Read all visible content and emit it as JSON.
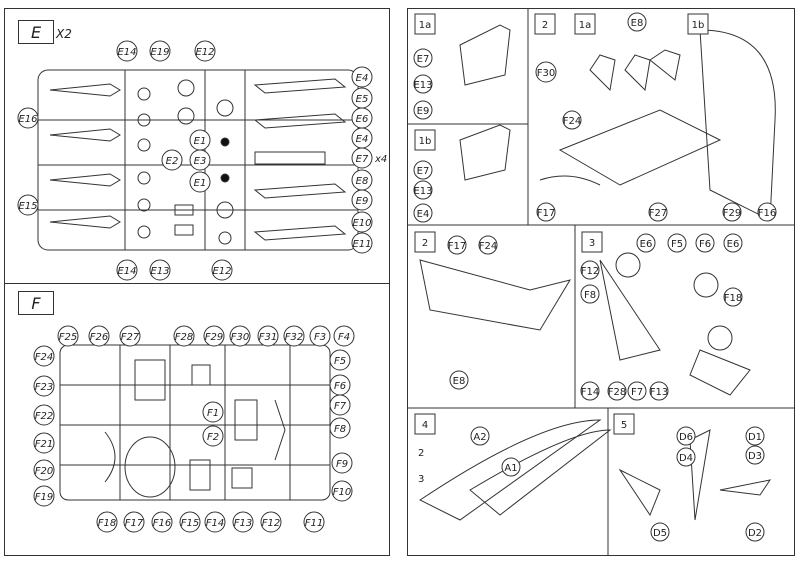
{
  "sheet": {
    "sprue_e": {
      "frame": "E",
      "quantity": "X2",
      "callouts": [
        "E14",
        "E19",
        "E12",
        "E4",
        "E5",
        "E6",
        "E4",
        "E7",
        "x4",
        "E16",
        "E2",
        "E1",
        "E3",
        "E8",
        "E9",
        "E1",
        "E10",
        "E15",
        "E11",
        "E14",
        "E13",
        "E12"
      ]
    },
    "sprue_f": {
      "frame": "F",
      "callouts": [
        "F25",
        "F26",
        "F27",
        "F28",
        "F29",
        "F30",
        "F31",
        "F32",
        "F3",
        "F4",
        "F24",
        "F5",
        "F23",
        "F6",
        "F7",
        "F22",
        "F8",
        "F1",
        "F21",
        "F2",
        "F9",
        "F20",
        "F10",
        "F19",
        "F18",
        "F17",
        "F16",
        "F15",
        "F14",
        "F13",
        "F12",
        "F11"
      ]
    },
    "steps": {
      "step_1a": {
        "tag": "1a",
        "callouts": [
          "E7",
          "E13",
          "E9"
        ]
      },
      "step_1b": {
        "tag": "1b",
        "callouts": [
          "E7",
          "E13",
          "E4"
        ]
      },
      "step_2_top": {
        "tag": "2",
        "subtags": [
          "1a",
          "1b"
        ],
        "callouts": [
          "E8",
          "F30",
          "F24",
          "F17",
          "F27",
          "F29",
          "F16"
        ]
      },
      "step_2_bottom": {
        "tag": "2",
        "callouts": [
          "F17",
          "F24",
          "E8"
        ]
      },
      "step_3": {
        "tag": "3",
        "callouts": [
          "E6",
          "F5",
          "F6",
          "E6",
          "F12",
          "F8",
          "F18",
          "F14",
          "F28",
          "F7",
          "F13"
        ]
      },
      "step_4": {
        "tag": "4",
        "callouts": [
          "A2",
          "A1",
          "2",
          "3"
        ]
      },
      "step_5": {
        "tag": "5",
        "callouts": [
          "D6",
          "D4",
          "D1",
          "D3",
          "D5",
          "D2"
        ]
      }
    }
  }
}
